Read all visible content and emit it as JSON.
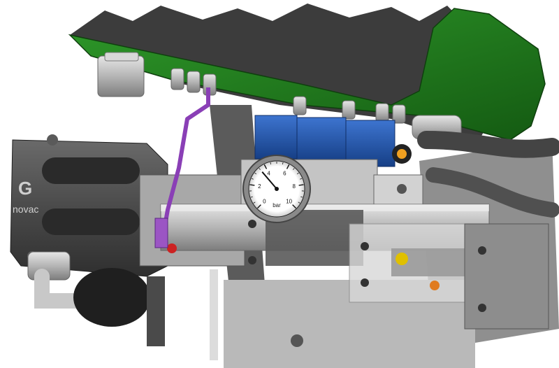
{
  "figure": {
    "type": "cad-render",
    "logo": {
      "wordmark": "novac",
      "mark_letter": "G"
    },
    "gauge": {
      "tick_labels": [
        "0",
        "2",
        "4",
        "6",
        "8",
        "10"
      ],
      "unit": "bar",
      "needle_value": 3.5
    },
    "colors": {
      "cover_green": "#1f7a1c",
      "cover_dark": "#3d3d3d",
      "valve_blue": "#2458b0",
      "steel": "#b8b8b8",
      "dark_metal": "#474747",
      "tube_purple": "#8a3fb6",
      "gauge_face": "#ffffff"
    }
  }
}
